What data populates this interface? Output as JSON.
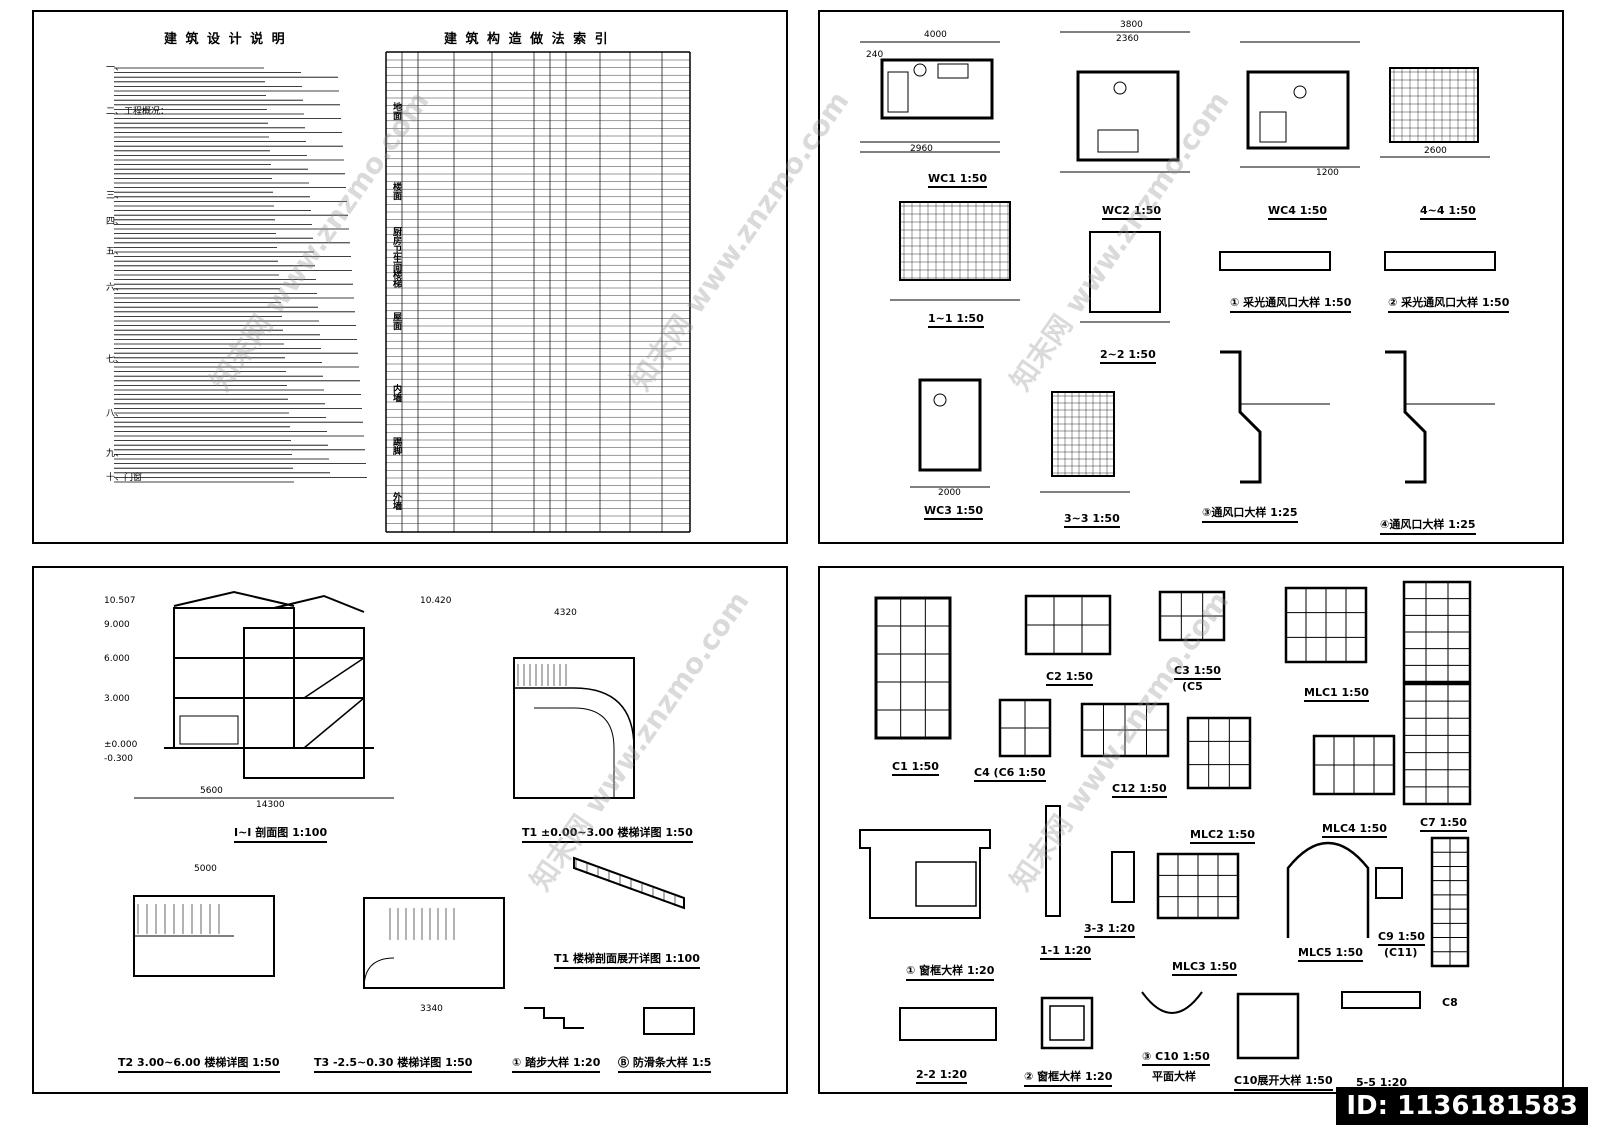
{
  "sheet1": {
    "notes_title": "建 筑 设 计 说 明",
    "index_title": "建 筑 构 造 做 法 索 引",
    "note_headings": [
      "一、",
      "二、工程概况：",
      "三、",
      "四、",
      "五、",
      "六、",
      "七、",
      "八、",
      "九、",
      "十、门窗"
    ],
    "index_groups": [
      "地面",
      "楼面",
      "厨房卫生间",
      "楼梯",
      "屋面",
      "内墙",
      "踢脚",
      "外墙"
    ]
  },
  "sheet2": {
    "titles": [
      {
        "id": "wc1",
        "text": "WC1",
        "scale": "1:50"
      },
      {
        "id": "wc2",
        "text": "WC2",
        "scale": "1:50"
      },
      {
        "id": "wc4",
        "text": "WC4",
        "scale": "1:50"
      },
      {
        "id": "s44",
        "text": "4~4",
        "scale": "1:50"
      },
      {
        "id": "s11",
        "text": "1~1",
        "scale": "1:50"
      },
      {
        "id": "s22",
        "text": "2~2",
        "scale": "1:50"
      },
      {
        "id": "vent1",
        "text": "① 采光通风口大样",
        "scale": "1:50"
      },
      {
        "id": "vent2",
        "text": "② 采光通风口大样",
        "scale": "1:50"
      },
      {
        "id": "wc3",
        "text": "WC3",
        "scale": "1:50"
      },
      {
        "id": "s33",
        "text": "3~3",
        "scale": "1:50"
      },
      {
        "id": "vent3",
        "text": "③通风口大样",
        "scale": "1:25"
      },
      {
        "id": "vent4",
        "text": "④通风口大样",
        "scale": "1:25"
      }
    ],
    "dims": [
      "4000",
      "3800",
      "2960",
      "2600",
      "2000",
      "240",
      "2360",
      "1200"
    ]
  },
  "sheet3": {
    "titles": [
      {
        "id": "sec",
        "text": "I~I 剖面图",
        "scale": "1:100"
      },
      {
        "id": "t1",
        "text": "T1 ±0.00~3.00 楼梯详图",
        "scale": "1:50"
      },
      {
        "id": "t1s",
        "text": "T1 楼梯剖面展开详图",
        "scale": "1:100"
      },
      {
        "id": "t2",
        "text": "T2 3.00~6.00 楼梯详图",
        "scale": "1:50"
      },
      {
        "id": "t3",
        "text": "T3 -2.5~0.30 楼梯详图",
        "scale": "1:50"
      },
      {
        "id": "step",
        "text": "① 踏步大样",
        "scale": "1:20"
      },
      {
        "id": "anti",
        "text": "Ⓑ 防滑条大样",
        "scale": "1:5"
      }
    ],
    "levels": [
      "10.507",
      "9.000",
      "6.000",
      "3.000",
      "±0.000",
      "-0.300",
      "10.420"
    ],
    "dims": [
      "5600",
      "14300",
      "4320",
      "5000",
      "3340"
    ]
  },
  "sheet4": {
    "titles": [
      {
        "id": "c1",
        "text": "C1",
        "scale": "1:50"
      },
      {
        "id": "c2",
        "text": "C2",
        "scale": "1:50"
      },
      {
        "id": "c3",
        "text": "C3",
        "scale": "1:50"
      },
      {
        "id": "c5",
        "text": "(C5",
        "scale": ""
      },
      {
        "id": "mlc1",
        "text": "MLC1",
        "scale": "1:50"
      },
      {
        "id": "c4",
        "text": "C4 (C6",
        "scale": "1:50"
      },
      {
        "id": "c12",
        "text": "C12",
        "scale": "1:50"
      },
      {
        "id": "mlc2",
        "text": "MLC2",
        "scale": "1:50"
      },
      {
        "id": "mlc4",
        "text": "MLC4",
        "scale": "1:50"
      },
      {
        "id": "c7",
        "text": "C7",
        "scale": "1:50"
      },
      {
        "id": "frame1",
        "text": "① 窗框大样",
        "scale": "1:20"
      },
      {
        "id": "s11b",
        "text": "1-1",
        "scale": "1:20"
      },
      {
        "id": "s33b",
        "text": "3-3",
        "scale": "1:20"
      },
      {
        "id": "mlc3",
        "text": "MLC3",
        "scale": "1:50"
      },
      {
        "id": "mlc5",
        "text": "MLC5",
        "scale": "1:50"
      },
      {
        "id": "c9",
        "text": "C9",
        "scale": "1:50"
      },
      {
        "id": "c11",
        "text": "(C11)",
        "scale": ""
      },
      {
        "id": "s22b",
        "text": "2-2",
        "scale": "1:20"
      },
      {
        "id": "frame2",
        "text": "② 窗框大样",
        "scale": "1:20"
      },
      {
        "id": "c10",
        "text": "③ C10",
        "scale": "1:50"
      },
      {
        "id": "c10p",
        "text": "平面大样",
        "scale": ""
      },
      {
        "id": "c10e",
        "text": "C10展开大样",
        "scale": "1:50"
      },
      {
        "id": "s55",
        "text": "5-5",
        "scale": "1:20"
      },
      {
        "id": "c8",
        "text": "C8",
        "scale": ""
      }
    ]
  },
  "id_badge": "ID: 1136181583",
  "watermark": "知末网 www.znzmo.com"
}
